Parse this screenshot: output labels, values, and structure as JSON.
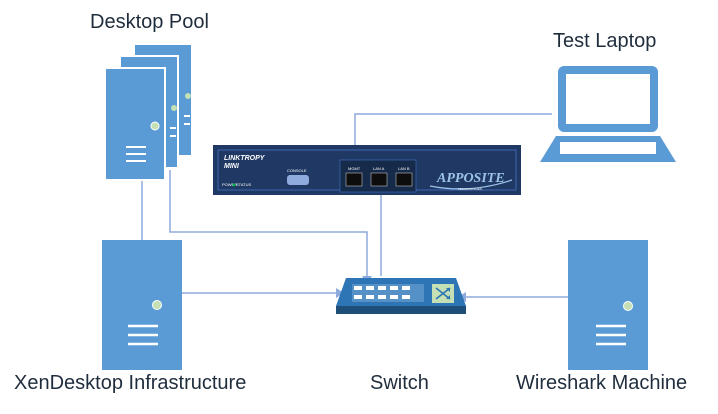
{
  "labels": {
    "desktop_pool": "Desktop Pool",
    "test_laptop": "Test Laptop",
    "xendesktop": "XenDesktop Infrastructure",
    "switch": "Switch",
    "wireshark": "Wireshark Machine"
  },
  "appliance": {
    "brand_line1": "LINKTROPY",
    "brand_line2": "MINI",
    "console": "CONSOLE",
    "port_mgmt": "MGMT",
    "port_a": "LAN A",
    "port_b": "LAN B",
    "power": "POWER",
    "status": "STATUS",
    "logo": "APPOSITE",
    "logo_sub": "TECHNOLOGIES"
  },
  "colors": {
    "server_blue": "#5b9bd5",
    "server_dark": "#2e75b6",
    "appliance_navy": "#1f3864",
    "led_green": "#c5e0b4",
    "line": "#8faadc"
  }
}
